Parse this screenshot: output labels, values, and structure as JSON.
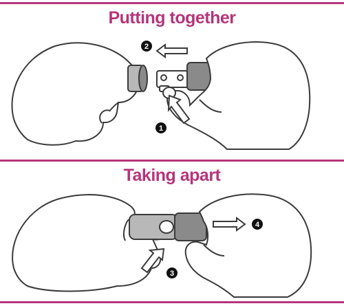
{
  "colors": {
    "accent": "#b5357a",
    "ink": "#3a3a3a",
    "skin": "#ffffff",
    "sleeve": "#8a8a8a",
    "sleeve_light": "#b8b8b8",
    "badge": "#111111"
  },
  "section_1": {
    "title": "Putting together",
    "steps": [
      {
        "number": "2",
        "icon": "arrow-left-icon"
      },
      {
        "number": "1",
        "icon": "arrow-up-icon"
      }
    ]
  },
  "section_2": {
    "title": "Taking apart",
    "steps": [
      {
        "number": "4",
        "icon": "arrow-right-icon"
      },
      {
        "number": "3",
        "icon": "arrow-up-icon"
      }
    ]
  }
}
